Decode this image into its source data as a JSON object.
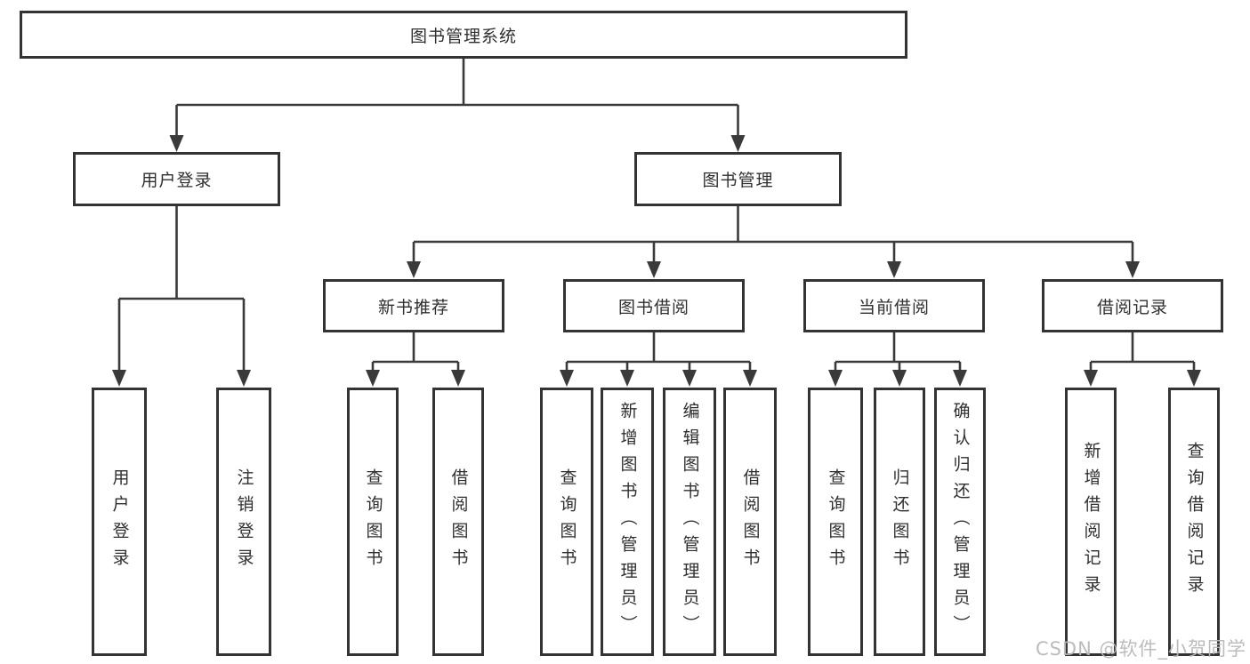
{
  "diagram_title": "图书管理系统",
  "tree": {
    "label": "图书管理系统",
    "children": [
      {
        "label": "用户登录",
        "children": [
          {
            "label": "用户登录"
          },
          {
            "label": "注销登录"
          }
        ]
      },
      {
        "label": "图书管理",
        "children": [
          {
            "label": "新书推荐",
            "children": [
              {
                "label": "查询图书"
              },
              {
                "label": "借阅图书"
              }
            ]
          },
          {
            "label": "图书借阅",
            "children": [
              {
                "label": "查询图书"
              },
              {
                "label": "新增图书（管理员）"
              },
              {
                "label": "编辑图书（管理员）"
              },
              {
                "label": "借阅图书"
              }
            ]
          },
          {
            "label": "当前借阅",
            "children": [
              {
                "label": "查询图书"
              },
              {
                "label": "归还图书"
              },
              {
                "label": "确认归还（管理员）"
              }
            ]
          },
          {
            "label": "借阅记录",
            "children": [
              {
                "label": "新增借阅记录"
              },
              {
                "label": "查询借阅记录"
              }
            ]
          }
        ]
      }
    ]
  },
  "watermark": {
    "text": "CSDN @软件_小贺同学"
  },
  "colors": {
    "background": "#ffffff",
    "box_border": "#333333",
    "connector_line": "#3a3a3a",
    "text": "#2f2f2f",
    "watermark": "#b9b9b9"
  }
}
